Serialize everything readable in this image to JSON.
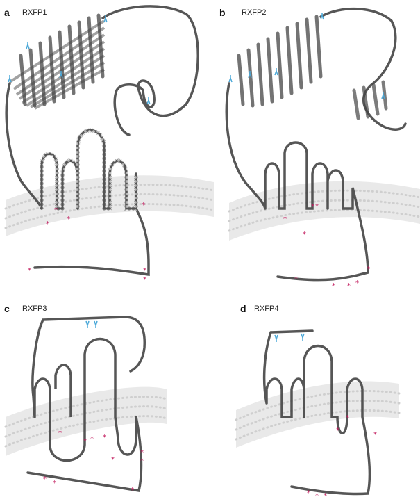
{
  "colors": {
    "background": "#ffffff",
    "backbone": "#444444",
    "residue_fill": "#f2f2f2",
    "membrane": "#d9d9d9",
    "glycosylation_site": "#4aa8d8",
    "marked_residue": "#c2185b"
  },
  "symbols": {
    "glycosylation": "Y-shaped branch (blue)",
    "marked_residue": "asterisk (magenta)"
  },
  "panels": [
    {
      "letter": "a",
      "name": "RXFP1"
    },
    {
      "letter": "b",
      "name": "RXFP2"
    },
    {
      "letter": "c",
      "name": "RXFP3"
    },
    {
      "letter": "d",
      "name": "RXFP4"
    }
  ]
}
